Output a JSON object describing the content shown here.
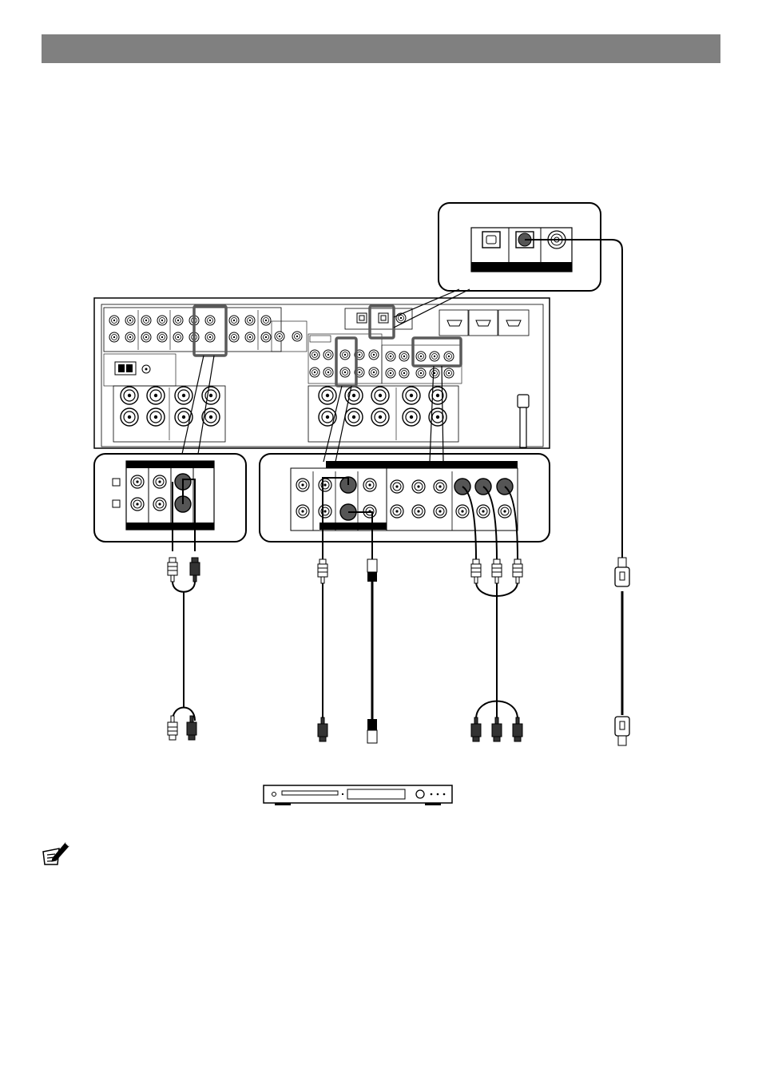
{
  "page": {
    "header_bar_color": "#808080",
    "line_color": "#000000",
    "highlight_color": "#5a5a5a"
  },
  "icons": {
    "note": "note-pencil-icon",
    "dvd_player": "dvd-player-icon"
  },
  "receiver": {
    "hdmi_port_count": 3,
    "highlighted_groups": [
      "audio-in",
      "optical-in",
      "video-in",
      "component-video-in"
    ]
  },
  "cables": [
    "audio-rca-cable",
    "video-rca-cable",
    "s-video-cable",
    "component-video-cable",
    "optical-cable"
  ]
}
